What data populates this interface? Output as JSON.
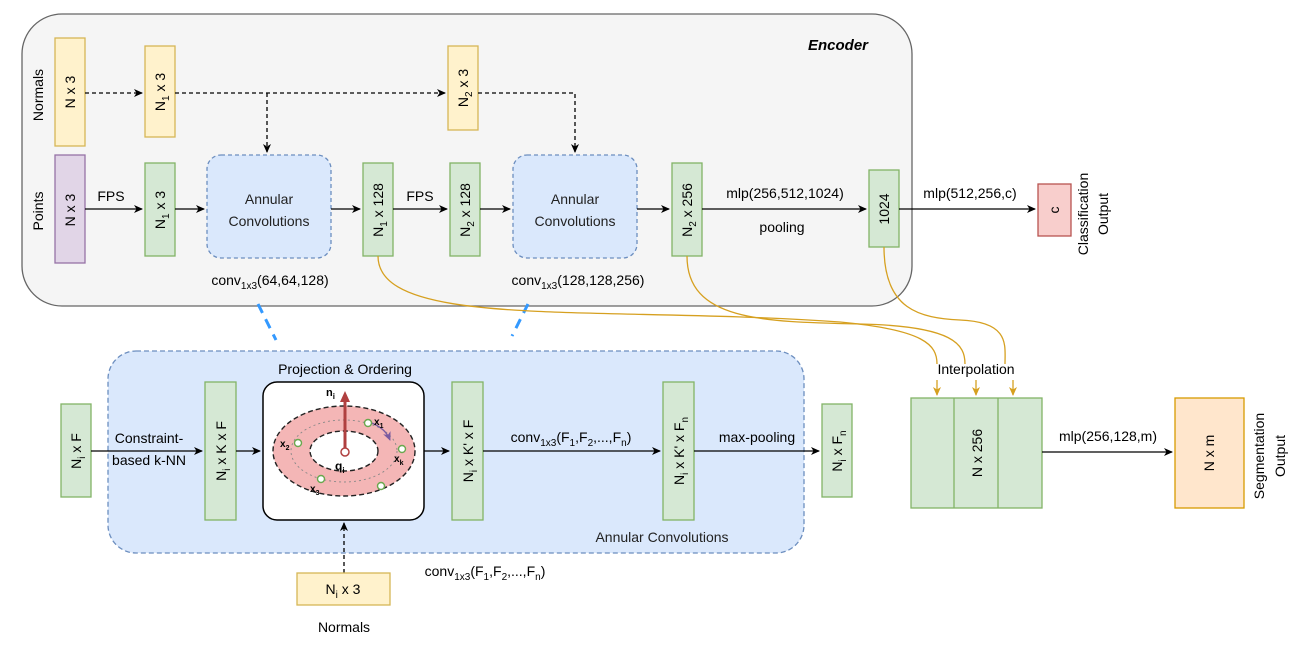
{
  "encoder": {
    "title": "Encoder",
    "row_labels": {
      "normals": "Normals",
      "points": "Points"
    },
    "normals_boxes": {
      "b0": "N x 3",
      "b1": {
        "main": "N",
        "sub": "1",
        "rest": " x 3"
      },
      "b2": {
        "main": "N",
        "sub": "2",
        "rest": " x 3"
      }
    },
    "points_boxes": {
      "input": "N x 3",
      "fps1_out": {
        "main": "N",
        "sub": "1",
        "rest": " x 3"
      },
      "ac1_out": {
        "main": "N",
        "sub": "1",
        "rest": " x 128"
      },
      "fps2_out": {
        "main": "N",
        "sub": "2",
        "rest": " x 128"
      },
      "ac2_out": {
        "main": "N",
        "sub": "2",
        "rest": " x 256"
      },
      "global": "1024"
    },
    "annular1": {
      "line1": "Annular",
      "line2": "Convolutions",
      "caption": {
        "pre": "conv",
        "sub": "1x3",
        "post": "(64,64,128)"
      }
    },
    "annular2": {
      "line1": "Annular",
      "line2": "Convolutions",
      "caption": {
        "pre": "conv",
        "sub": "1x3",
        "post": "(128,128,256)"
      }
    },
    "edge_labels": {
      "fps1": "FPS",
      "fps2": "FPS",
      "mlp_global": "mlp(256,512,1024)",
      "pooling": "pooling"
    }
  },
  "classification": {
    "mlp": "mlp(512,256,c)",
    "output_box": "c",
    "output_label_line1": "Classification",
    "output_label_line2": "Output"
  },
  "annular_detail": {
    "title": "Annular Convolutions",
    "input_box": {
      "main": "N",
      "sub": "i",
      "rest": " x F"
    },
    "knn_line1": "Constraint-",
    "knn_line2": "based k-NN",
    "neighbors_box": {
      "main": "N",
      "sub": "i",
      "rest": " x K x F"
    },
    "projection_title": "Projection & Ordering",
    "projection_labels": {
      "normal": {
        "main": "n",
        "sub": "i"
      },
      "query": {
        "main": "q",
        "sub": "i"
      },
      "x1": {
        "main": "x",
        "sub": "1"
      },
      "x2": {
        "main": "x",
        "sub": "2"
      },
      "x3": {
        "main": "x",
        "sub": "3"
      },
      "xk": {
        "main": "x",
        "sub": "k"
      }
    },
    "ordered_box": {
      "main": "N",
      "sub": "i",
      "rest": " x K' x F"
    },
    "conv_label": {
      "pre": "conv",
      "sub": "1x3",
      "mid": "(F",
      "s1": "1",
      "c1": ",F",
      "s2": "2",
      "c2": ",...,F",
      "s3": "n",
      "end": ")"
    },
    "conv_out_box": {
      "main": "N",
      "sub": "i",
      "rest": " x K' x F",
      "sub2": "n"
    },
    "maxpool": "max-pooling",
    "output_box": {
      "main": "N",
      "sub": "i",
      "rest": " x F",
      "sub2": "n"
    },
    "normals_box": {
      "main": "N",
      "sub": "i",
      "rest": " x 3"
    },
    "normals_label": "Normals",
    "bottom_conv": {
      "pre": "conv",
      "sub": "1x3",
      "mid": "(F",
      "s1": "1",
      "c1": ",F",
      "s2": "2",
      "c2": ",...,F",
      "s3": "n",
      "end": ")"
    }
  },
  "segmentation": {
    "interpolation": "Interpolation",
    "concat_box": "N x 256",
    "mlp": "mlp(256,128,m)",
    "output_box": "N x m",
    "output_label_line1": "Segmentation",
    "output_label_line2": "Output"
  },
  "colors": {
    "green_fill": "#d5e8d4",
    "green_stroke": "#82b366",
    "yellow_fill": "#fff2cc",
    "yellow_stroke": "#d6b656",
    "purple_fill": "#e1d5e7",
    "purple_stroke": "#9673a6",
    "red_fill": "#f8cecc",
    "red_stroke": "#b85450",
    "blue_fill": "#dae8fc",
    "blue_stroke": "#6c8ebf",
    "orange_fill": "#ffe6cc",
    "orange_stroke": "#d79b00",
    "gold_line": "#d6a020",
    "dashed_blue": "#3399ff",
    "encoder_bg": "#f5f5f5",
    "encoder_stroke": "#666666"
  }
}
